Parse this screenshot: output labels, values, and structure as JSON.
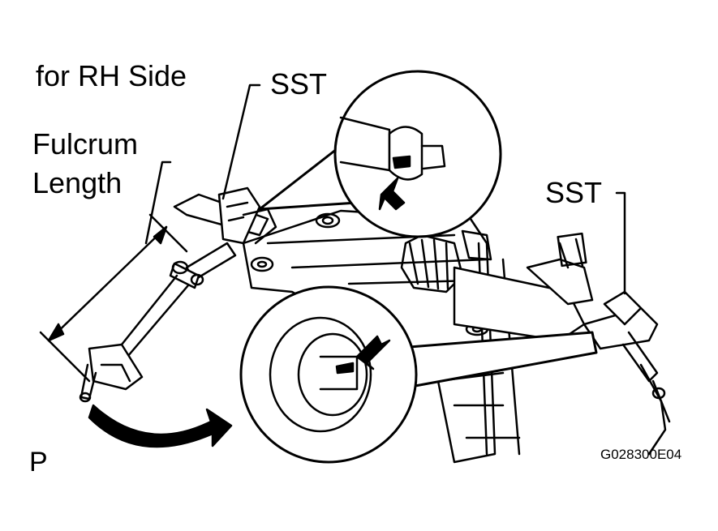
{
  "labels": {
    "side": "for RH Side",
    "fulcrum_line1": "Fulcrum",
    "fulcrum_line2": "Length",
    "sst_top": "SST",
    "sst_right": "SST",
    "corner": "P",
    "figure_code": "G028300E04"
  },
  "colors": {
    "ink": "#000000",
    "paper": "#ffffff"
  }
}
